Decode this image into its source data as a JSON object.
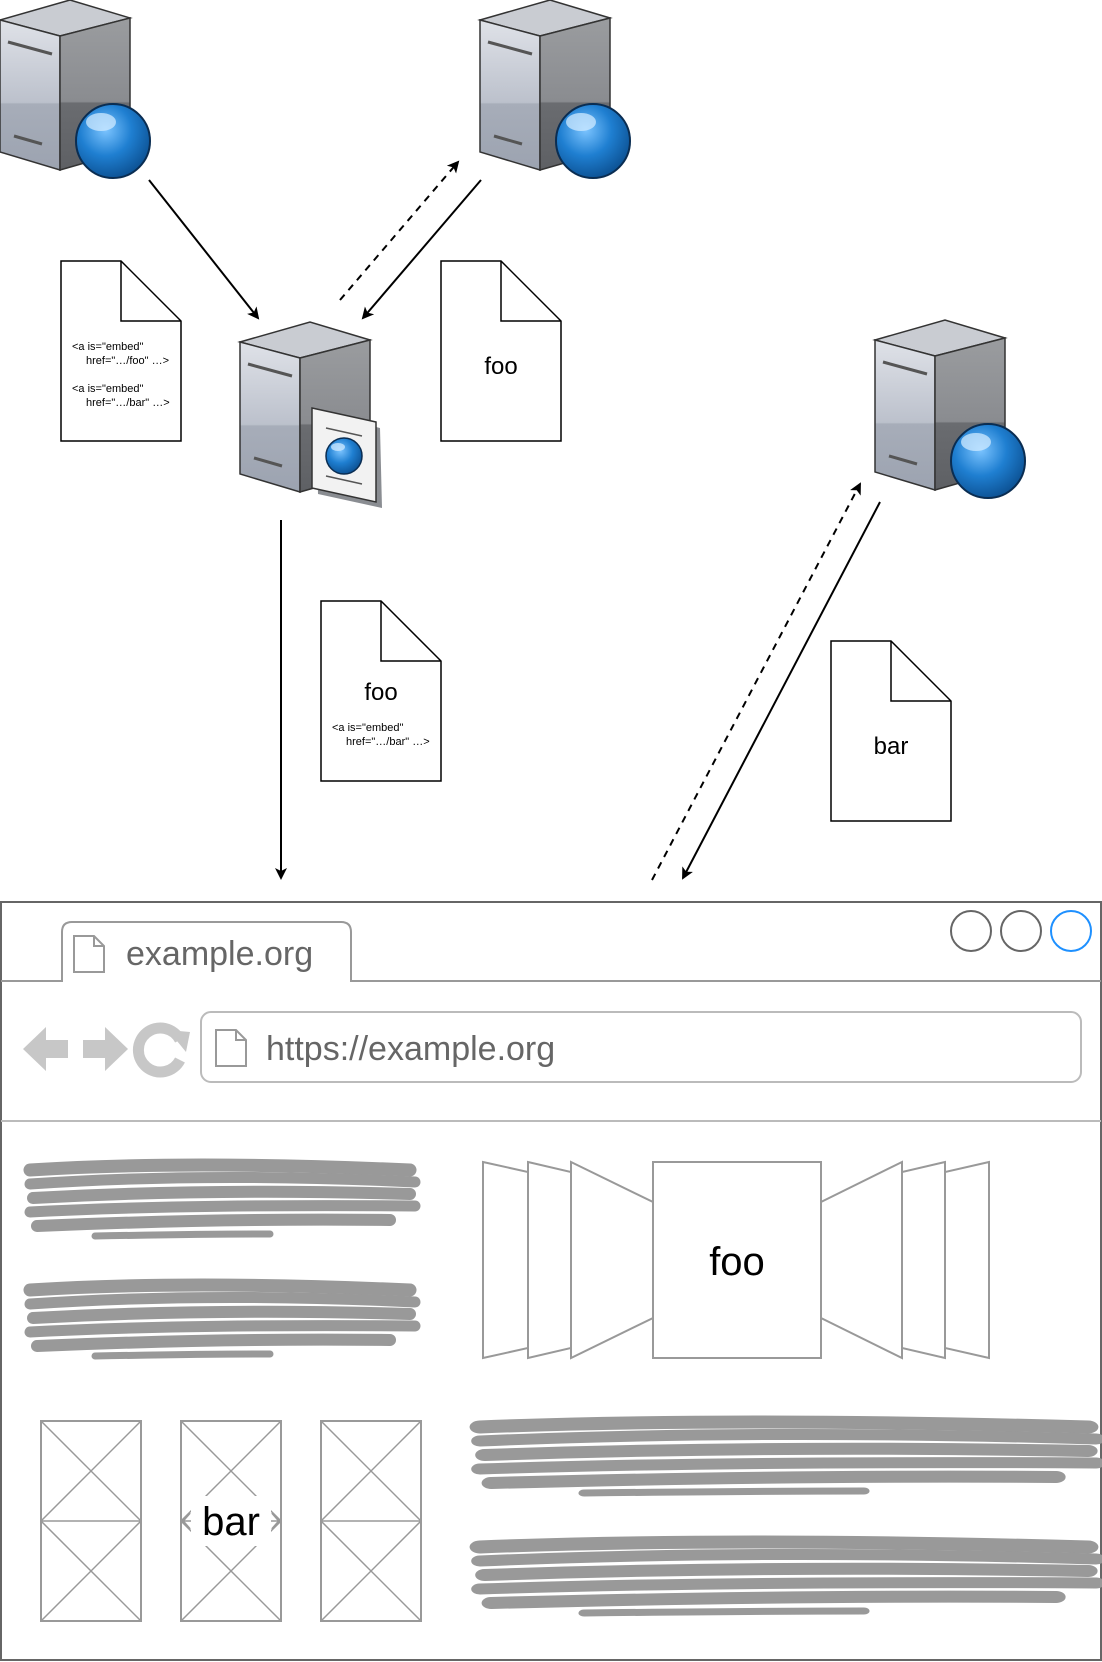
{
  "documents": {
    "index_line1": "<a is=\"embed\"",
    "index_line2": "href=\"…/foo\" …>",
    "index_line3": "<a is=\"embed\"",
    "index_line4": "href=\"…/bar\" …>",
    "foo_title": "foo",
    "foo_combined_title": "foo",
    "foo_combined_line1": "<a is=\"embed\"",
    "foo_combined_line2": "href=\"…/bar\" …>",
    "bar_title": "bar"
  },
  "browser": {
    "tab_label": "example.org",
    "url": "https://example.org",
    "carousel_center_label": "foo",
    "gallery_center_label": "bar"
  },
  "icons": {
    "server_globe": "server-globe-icon",
    "server_doc": "server-document-icon",
    "back": "back-arrow-icon",
    "forward": "forward-arrow-icon",
    "reload": "reload-icon",
    "page": "page-icon"
  },
  "colors": {
    "globe": "#1f7fd1",
    "window_highlight": "#1e90ff",
    "wire": "#999999",
    "scribble": "#999999"
  }
}
